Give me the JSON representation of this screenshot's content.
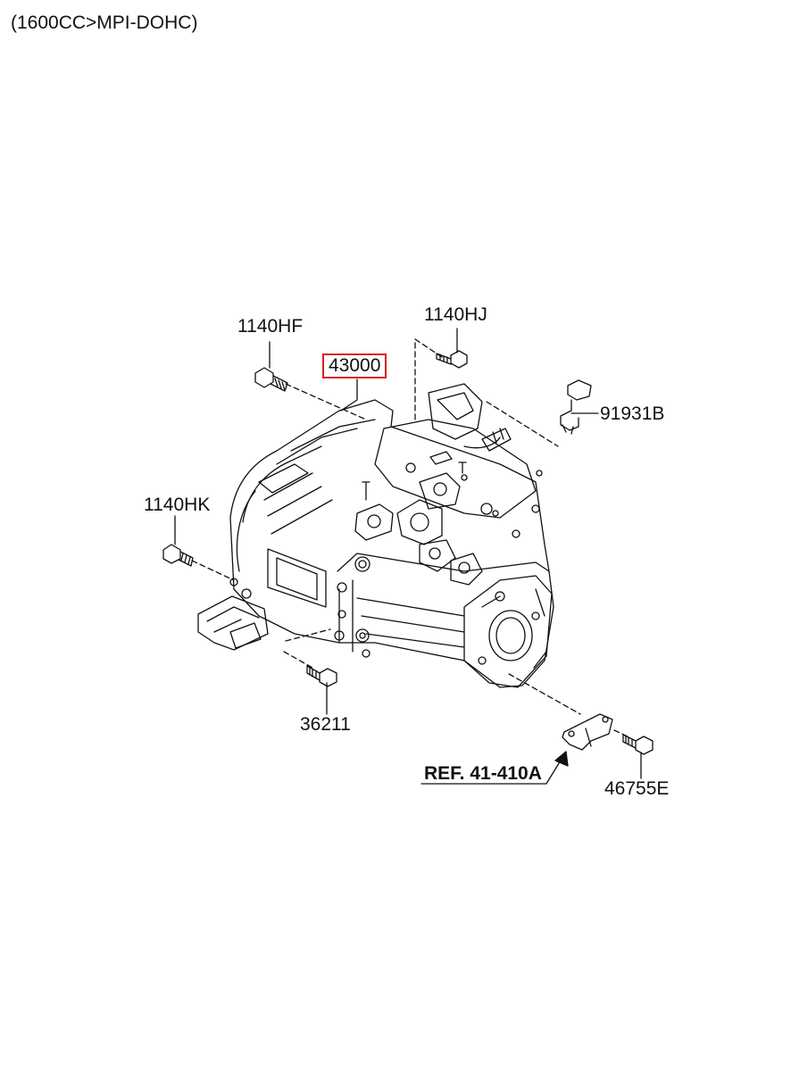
{
  "header": {
    "engine_spec": "(1600CC>MPI-DOHC)"
  },
  "parts": [
    {
      "id": "1140HF",
      "label": "1140HF"
    },
    {
      "id": "1140HJ",
      "label": "1140HJ"
    },
    {
      "id": "43000",
      "label": "43000",
      "highlighted": true
    },
    {
      "id": "91931B",
      "label": "91931B"
    },
    {
      "id": "1140HK",
      "label": "1140HK"
    },
    {
      "id": "36211",
      "label": "36211"
    },
    {
      "id": "46755E",
      "label": "46755E"
    }
  ],
  "reference": {
    "label": "REF. 41-410A"
  },
  "colors": {
    "highlight_box": "#d62020",
    "line_art": "#111111",
    "background": "#ffffff"
  }
}
